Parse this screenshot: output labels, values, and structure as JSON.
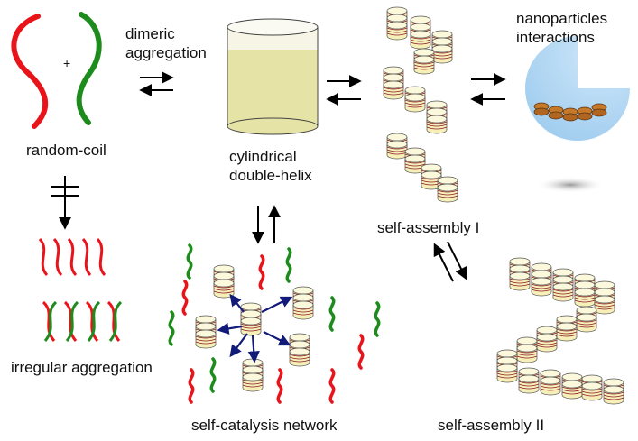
{
  "labels": {
    "random_coil": "random-coil",
    "plus": "+",
    "dimeric_line1": "dimeric",
    "dimeric_line2": "aggregation",
    "cylindrical_line1": "cylindrical",
    "cylindrical_line2": "double-helix",
    "nanoparticles_line1": "nanoparticles",
    "nanoparticles_line2": "interactions",
    "self_assembly_1": "self-assembly I",
    "self_assembly_2": "self-assembly II",
    "irregular": "irregular aggregation",
    "self_catalysis": "self-catalysis network"
  },
  "colors": {
    "red_strand": "#e8141a",
    "green_strand": "#1d8c1d",
    "cylinder_fill": "#e6e3a6",
    "cylinder_top": "#f4f3d8",
    "stack_disk": "#f6f0b8",
    "stack_stripe": "#8a1a2a",
    "network_arrow": "#121a7a",
    "sphere": "#a9d2f0",
    "nanodisk": "#c7792a"
  }
}
